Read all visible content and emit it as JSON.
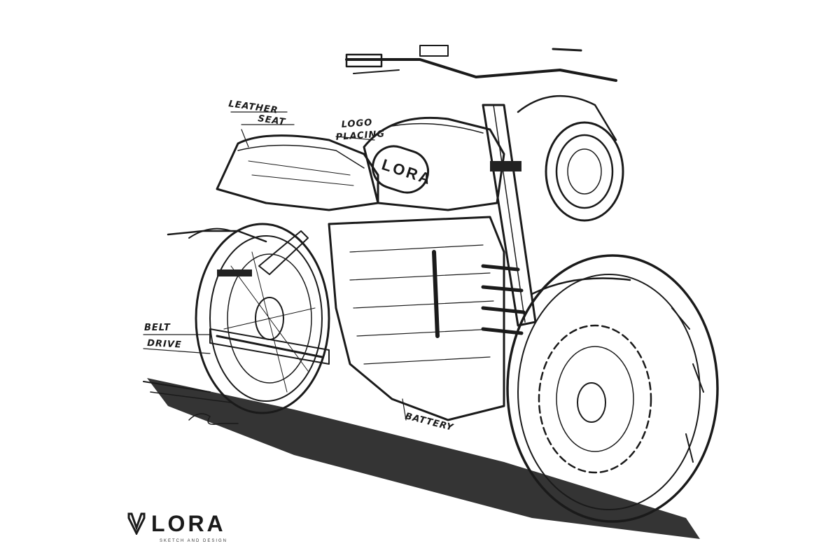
{
  "annotations": {
    "leather_seat_line1": "LEATHER",
    "leather_seat_line2": "SEAT",
    "logo_placing_line1": "LOGO",
    "logo_placing_line2": "PLACING",
    "belt_drive_line1": "BELT",
    "belt_drive_line2": "DRIVE",
    "battery": "BATTERY"
  },
  "tank_logo_text": "LORA",
  "brand": {
    "wordmark": "LORA",
    "tagline": "SKETCH AND DESIGN",
    "logo_icon": "shield-v-icon"
  },
  "colors": {
    "ink": "#1a1a1a",
    "paper": "#ffffff"
  }
}
